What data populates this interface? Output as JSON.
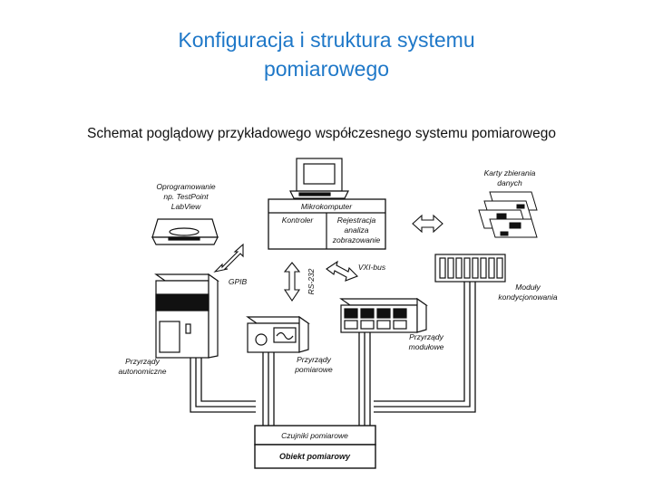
{
  "title_line1": "Konfiguracja i struktura systemu",
  "title_line2": "pomiarowego",
  "subtitle": "Schemat poglądowy przykładowego współczesnego systemu pomiarowego",
  "diagram": {
    "software": [
      "Oprogramowanie",
      "np. TestPoint",
      "LabView"
    ],
    "microcomputer": "Mikrokomputer",
    "controller": "Kontroler",
    "registration": [
      "Rejestracja",
      "analiza",
      "zobrazowanie"
    ],
    "daq_cards": [
      "Karty zbierania",
      "danych"
    ],
    "gpib": "GPIB",
    "rs232": "RS-232",
    "vxi_bus": "VXI-bus",
    "conditioning_modules": [
      "Moduły",
      "kondycjonowania"
    ],
    "standalone_instruments": [
      "Przyrządy",
      "autonomiczne"
    ],
    "measuring_instruments": [
      "Przyrządy",
      "pomiarowe"
    ],
    "modular_instruments": [
      "Przyrządy",
      "modułowe"
    ],
    "sensors": "Czujniki pomiarowe",
    "measured_object": "Obiekt pomiarowy"
  }
}
